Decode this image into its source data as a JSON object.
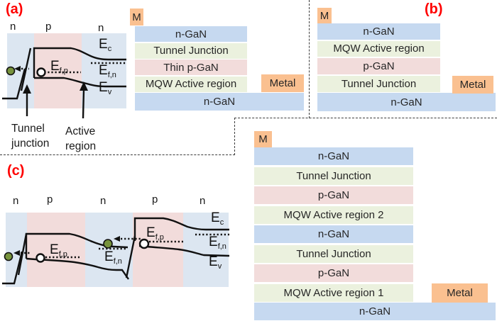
{
  "colors": {
    "panel_label_red": "#FF0000",
    "row_blue": "#C6D9F0",
    "row_green": "#EBF1DE",
    "row_pink": "#F2DCDB",
    "contact_orange": "#FAC090",
    "diagram_blue": "#DCE6F1",
    "diagram_pink": "#F2DCDB",
    "electron_green": "#77933C"
  },
  "panel_a": {
    "label": "(a)",
    "regions": [
      "n",
      "p",
      "n"
    ],
    "levels": {
      "ec": {
        "main": "E",
        "sub": "c"
      },
      "efn": {
        "main": "E",
        "sub": "f,n"
      },
      "efp": {
        "main": "E",
        "sub": "f,p"
      },
      "ev": {
        "main": "E",
        "sub": "v"
      }
    },
    "annotations": {
      "tunnel": "Tunnel\njunction",
      "active": "Active\nregion"
    },
    "stack": {
      "top_contact": "M",
      "layers": [
        "n-GaN",
        "Tunnel Junction",
        "Thin p-GaN",
        "MQW Active region"
      ],
      "substrate": "n-GaN",
      "metal": "Metal"
    }
  },
  "panel_b": {
    "label": "(b)",
    "stack": {
      "top_contact": "M",
      "layers": [
        "n-GaN",
        "MQW Active region",
        "p-GaN",
        "Tunnel Junction"
      ],
      "substrate": "n-GaN",
      "metal": "Metal"
    }
  },
  "panel_c": {
    "label": "(c)",
    "regions": [
      "n",
      "p",
      "n",
      "p",
      "n"
    ],
    "levels": {
      "efp1": {
        "main": "E",
        "sub": "f,p"
      },
      "efn_mid": {
        "main": "E",
        "sub": "f,n"
      },
      "efp2": {
        "main": "E",
        "sub": "f,p"
      },
      "ec": {
        "main": "E",
        "sub": "c"
      },
      "efn": {
        "main": "E",
        "sub": "f,n"
      },
      "ev": {
        "main": "E",
        "sub": "v"
      }
    },
    "stack": {
      "top_contact": "M",
      "layers": [
        "n-GaN",
        "Tunnel Junction",
        "p-GaN",
        "MQW Active region 2",
        "n-GaN",
        "Tunnel Junction",
        "p-GaN",
        "MQW Active region 1"
      ],
      "substrate": "n-GaN",
      "metal": "Metal"
    }
  }
}
